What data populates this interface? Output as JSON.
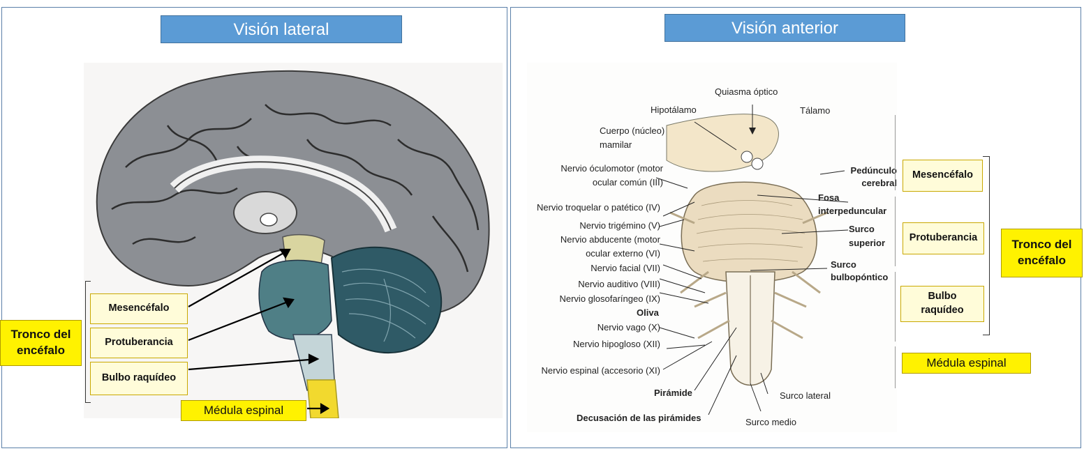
{
  "left_panel": {
    "title": "Visión lateral",
    "labels": {
      "mesencefalo": "Mesencéfalo",
      "protuberancia": "Protuberancia",
      "bulbo": "Bulbo raquídeo",
      "medula": "Médula espinal",
      "tronco": "Tronco del encéfalo"
    }
  },
  "right_panel": {
    "title": "Visión anterior",
    "labels": {
      "mesencefalo": "Mesencéfalo",
      "protuberancia": "Protuberancia",
      "bulbo": "Bulbo raquídeo",
      "medula": "Médula espinal",
      "tronco": "Tronco del encéfalo"
    },
    "annotations_left": [
      "Quiasma óptico",
      "Hipotálamo",
      "Tálamo",
      "Cuerpo (núcleo) mamilar",
      "Nervio óculomotor (motor ocular común (III)",
      "Nervio troquelar o patético (IV)",
      "Nervio trigémino (V)",
      "Nervio abducente (motor ocular externo (VI)",
      "Nervio facial (VII)",
      "Nervio auditivo (VIII)",
      "Nervio glosofaríngeo (IX)",
      "Oliva",
      "Nervio vago (X)",
      "Nervio hipogloso (XII)",
      "Nervio espinal (accesorio (XI)",
      "Pirámide",
      "Decusación de las pirámides",
      "Surco medio",
      "Surco lateral"
    ],
    "annotations_right": [
      "Pedúnculo cerebral",
      "Fosa interpeduncular",
      "Surco superior",
      "Surco bulbopóntico"
    ]
  },
  "colors": {
    "title_bg": "#5b9bd5",
    "label_box": "#fffcd9",
    "highlight_yellow": "#fff200",
    "brain_gray": "#8c8f94",
    "cerebellum": "#2f5a66",
    "brainstem_tan": "#e9dcc0"
  }
}
